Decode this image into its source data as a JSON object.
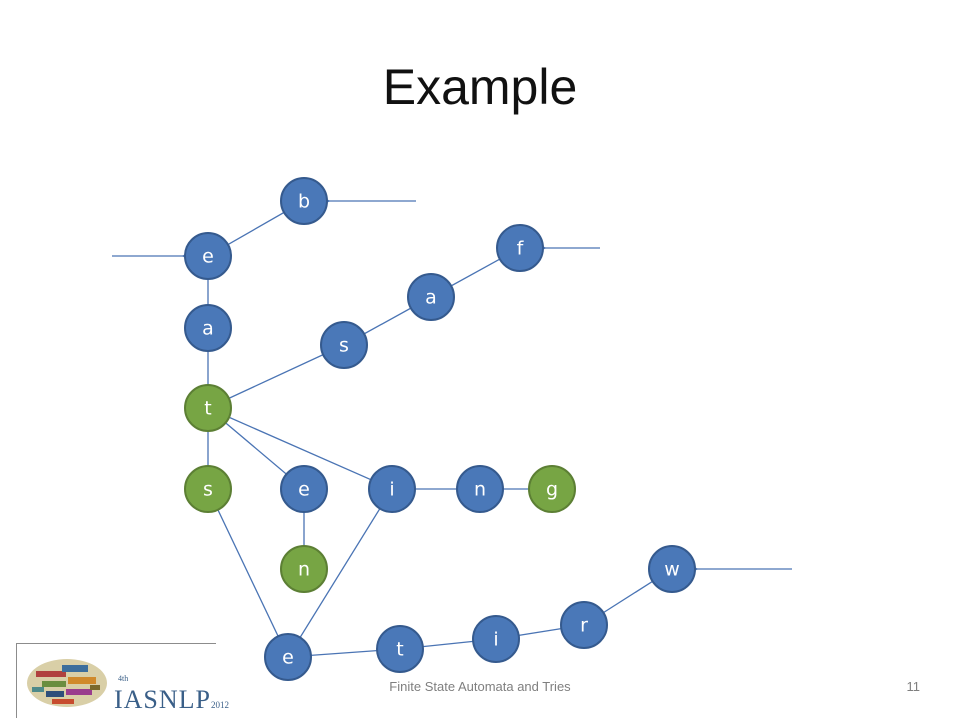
{
  "slide": {
    "title": "Example"
  },
  "footer": {
    "text": "Finite State Automata and Tries",
    "page_number": "11"
  },
  "logo": {
    "name": "IASNLP",
    "year": "2012",
    "edition": "4th"
  },
  "colors": {
    "blue_node": "#4a78b8",
    "green_node": "#77a544",
    "edge": "#4a74b4"
  },
  "diagram": {
    "nodes": [
      {
        "id": "b",
        "label": "b",
        "state": "normal"
      },
      {
        "id": "e1",
        "label": "e",
        "state": "normal"
      },
      {
        "id": "f",
        "label": "f",
        "state": "normal"
      },
      {
        "id": "a2",
        "label": "a",
        "state": "normal"
      },
      {
        "id": "a1",
        "label": "a",
        "state": "normal"
      },
      {
        "id": "s2",
        "label": "s",
        "state": "normal"
      },
      {
        "id": "t1",
        "label": "t",
        "state": "final"
      },
      {
        "id": "s1",
        "label": "s",
        "state": "final"
      },
      {
        "id": "e2",
        "label": "e",
        "state": "normal"
      },
      {
        "id": "i1",
        "label": "i",
        "state": "normal"
      },
      {
        "id": "n1",
        "label": "n",
        "state": "normal"
      },
      {
        "id": "g",
        "label": "g",
        "state": "final"
      },
      {
        "id": "n2",
        "label": "n",
        "state": "final"
      },
      {
        "id": "w",
        "label": "w",
        "state": "normal"
      },
      {
        "id": "r",
        "label": "r",
        "state": "normal"
      },
      {
        "id": "i2",
        "label": "i",
        "state": "normal"
      },
      {
        "id": "t2",
        "label": "t",
        "state": "normal"
      },
      {
        "id": "e3",
        "label": "e",
        "state": "normal"
      }
    ],
    "edges": [
      [
        "b",
        "e1"
      ],
      [
        "e1",
        "a1"
      ],
      [
        "a1",
        "t1"
      ],
      [
        "t1",
        "s2"
      ],
      [
        "s2",
        "a2"
      ],
      [
        "a2",
        "f"
      ],
      [
        "t1",
        "e2"
      ],
      [
        "t1",
        "i1"
      ],
      [
        "t1",
        "s1"
      ],
      [
        "i1",
        "n1"
      ],
      [
        "n1",
        "g"
      ],
      [
        "e2",
        "n2"
      ],
      [
        "s1",
        "e3"
      ],
      [
        "i1",
        "e3"
      ],
      [
        "e3",
        "t2"
      ],
      [
        "t2",
        "i2"
      ],
      [
        "i2",
        "r"
      ],
      [
        "r",
        "w"
      ]
    ],
    "start_arrows": [
      "b",
      "e1",
      "f",
      "w"
    ]
  }
}
